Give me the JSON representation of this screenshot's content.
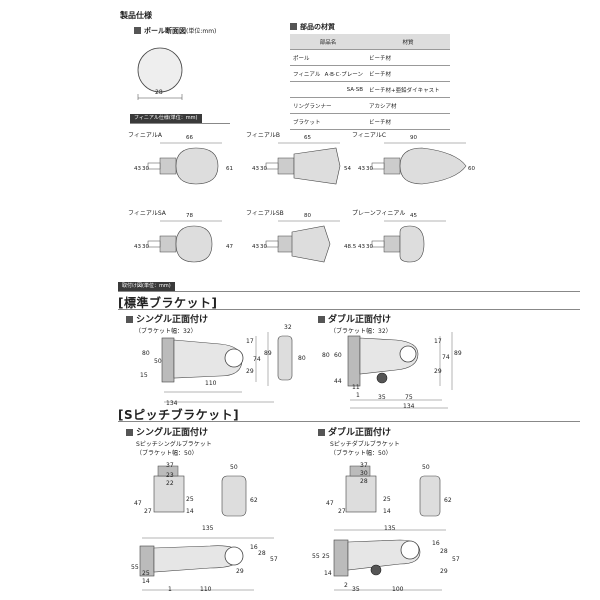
{
  "spec": {
    "title": "製品仕様",
    "pole_section": "ポール断面図",
    "pole_unit": "(単位:mm)",
    "pole_dim": "28",
    "materials_title": "部品の材質",
    "materials_headers": [
      "部品名",
      "材質"
    ],
    "materials_rows": [
      {
        "part": "ポール",
        "sub": "",
        "material": "ビーチ材"
      },
      {
        "part": "フィニアル",
        "sub": "A·B·C·プレーン",
        "material": "ビーチ材"
      },
      {
        "part": "",
        "sub": "SA·SB",
        "material": "ビーチ材+亜鉛ダイキャスト"
      },
      {
        "part": "リングランナー",
        "sub": "",
        "material": "アカシア材"
      },
      {
        "part": "ブラケット",
        "sub": "",
        "material": "ビーチ材"
      }
    ]
  },
  "finials": {
    "bar_label": "フィニアル仕様",
    "bar_unit": "(単位：mm)",
    "items": [
      {
        "name": "フィニアルA",
        "len": "66",
        "d1": "43",
        "d2": "30",
        "d3": "61"
      },
      {
        "name": "フィニアルB",
        "len": "65",
        "d1": "43",
        "d2": "30",
        "d3": "54"
      },
      {
        "name": "フィニアルC",
        "len": "90",
        "d1": "43",
        "d2": "30",
        "d3": "60"
      },
      {
        "name": "フィニアルSA",
        "len": "78",
        "d1": "43",
        "d2": "30",
        "d3": "47"
      },
      {
        "name": "フィニアルSB",
        "len": "80",
        "d1": "43",
        "d2": "30",
        "d3": "48.5"
      },
      {
        "name": "プレーンフィニアル",
        "len": "45",
        "d1": "43",
        "d2": "30",
        "d3": ""
      }
    ]
  },
  "mounting": {
    "bar_label": "取付け図",
    "bar_unit": "(単位：mm)",
    "standard_title": "[標準ブラケット]",
    "spitch_title": "[Sピッチブラケット]",
    "single_title": "シングル正面付け",
    "double_title": "ダブル正面付け",
    "bracket_width_32": "（ブラケット幅：32）",
    "spitch_single_name": "Sピッチシングルブラケット",
    "spitch_double_name": "Sピッチダブルブラケット",
    "bracket_width_50": "（ブラケット幅：50）",
    "std_single_dims": {
      "w_total": "134",
      "w1": "110",
      "w2": "15",
      "h1": "80",
      "h2": "50",
      "h3": "74",
      "h4": "89",
      "r1": "17",
      "r2": "29",
      "top": "32",
      "side": "80"
    },
    "std_double_dims": {
      "w_total": "134",
      "w1": "75",
      "w2": "35",
      "h1": "80",
      "h2": "60",
      "h3": "74",
      "h4": "89",
      "r1": "17",
      "r2": "29",
      "s1": "44",
      "s2": "11",
      "s3": "1"
    },
    "sp_single_dims": {
      "top1": "37",
      "top2": "23",
      "top3": "22",
      "side_top": "50",
      "h1": "47",
      "h2": "25",
      "h3": "14",
      "h4": "27",
      "side": "62",
      "w_total": "135",
      "w1": "110",
      "w2": "29",
      "h5": "55",
      "h6": "25",
      "h7": "14",
      "r1": "16",
      "r2": "28",
      "r3": "57",
      "r4": "1"
    },
    "sp_double_dims": {
      "top1": "37",
      "top2": "30",
      "top3": "28",
      "side_top": "50",
      "h1": "47",
      "h2": "25",
      "h3": "14",
      "h4": "27",
      "side": "62",
      "w_total": "135",
      "w1": "100",
      "w2": "35",
      "h5": "55",
      "h6": "25",
      "h7": "14",
      "r1": "16",
      "r2": "28",
      "r3": "57",
      "r4": "2",
      "r5": "29"
    }
  }
}
